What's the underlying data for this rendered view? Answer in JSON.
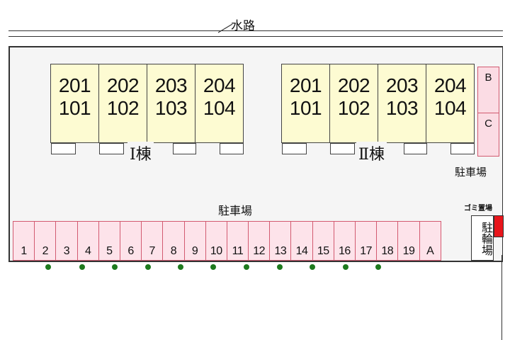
{
  "waterway_label": "水路",
  "buildings": [
    {
      "name": "Ⅰ棟",
      "units": [
        {
          "upper": "201",
          "lower": "101"
        },
        {
          "upper": "202",
          "lower": "102"
        },
        {
          "upper": "203",
          "lower": "103"
        },
        {
          "upper": "204",
          "lower": "104"
        }
      ]
    },
    {
      "name": "Ⅱ棟",
      "units": [
        {
          "upper": "201",
          "lower": "101"
        },
        {
          "upper": "202",
          "lower": "102"
        },
        {
          "upper": "203",
          "lower": "103"
        },
        {
          "upper": "204",
          "lower": "104"
        }
      ]
    }
  ],
  "side_spaces": [
    "B",
    "C"
  ],
  "side_parking_label": "駐車場",
  "main_parking_label": "駐車場",
  "parking_spaces": [
    "1",
    "2",
    "3",
    "4",
    "5",
    "6",
    "7",
    "8",
    "9",
    "10",
    "11",
    "12",
    "13",
    "14",
    "15",
    "16",
    "17",
    "18",
    "19",
    "A"
  ],
  "garbage_label": "ゴミ置場",
  "bike_parking_label": "駐輪場",
  "colors": {
    "building": "#fdfbd2",
    "parking": "#fde3ea",
    "parking_border": "#d25a70",
    "garbage": "#e8151b",
    "tree": "#1e7a1e"
  }
}
